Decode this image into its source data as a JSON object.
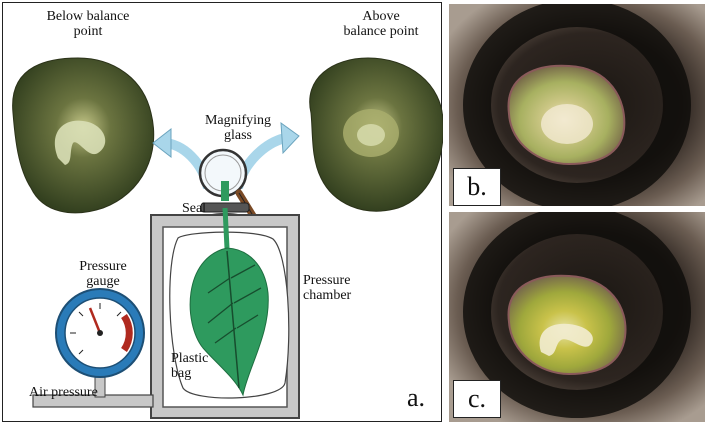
{
  "panel_a": {
    "letter": "a.",
    "labels": {
      "below": "Below balance point",
      "above": "Above balance point",
      "magnifying_glass": "Magnifying glass",
      "seal": "Seal",
      "pressure_gauge": "Pressure gauge",
      "pressure_chamber": "Pressure chamber",
      "plastic_bag": "Plastic bag",
      "air_pressure": "Air pressure"
    }
  },
  "panel_b": {
    "letter": "b."
  },
  "panel_c": {
    "letter": "c."
  },
  "colors": {
    "leaf": "#2e9a5e",
    "chamber_fill": "#c8c8c8",
    "gauge_ring": "#2a7bb8",
    "arrow": "#a9d6ea",
    "stem_section_dark": "#4a5a2c",
    "stem_section_light": "#c9d6a0"
  }
}
